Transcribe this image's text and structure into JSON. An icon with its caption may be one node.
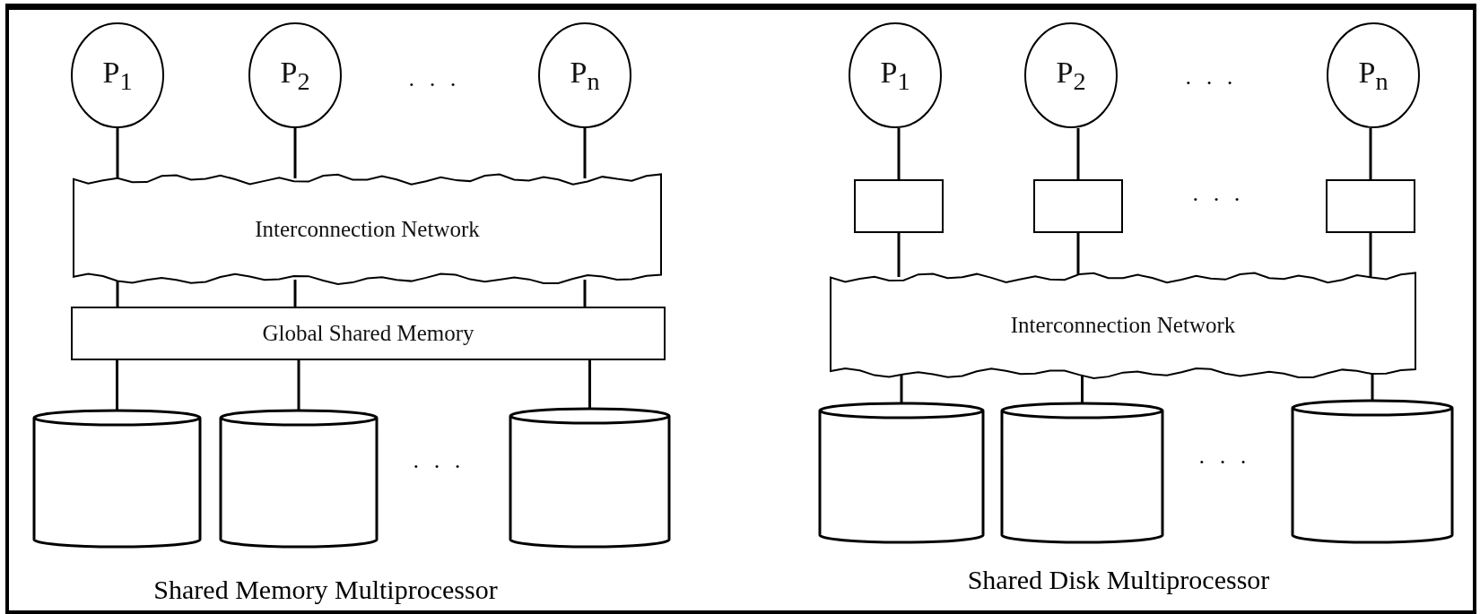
{
  "diagram": {
    "nodes": [
      {
        "text": [
          "P$_{1}$"
        ]
      },
      {
        "text": [
          "P$_{2}$"
        ]
      },
      {
        "text": [
          "P$_{n}$"
        ]
      },
      {
        "text": [
          "Interconnection Network"
        ]
      },
      {
        "text": [
          "Global Shared Memory"
        ]
      },
      {
        "text": [],
        "shape": "cylinder"
      },
      {
        "text": [],
        "shape": "cylinder"
      },
      {
        "text": [],
        "shape": "cylinder"
      },
      {
        "text": [
          "P$_{1}$"
        ]
      },
      {
        "text": [
          "P$_{2}$"
        ]
      },
      {
        "text": [
          "P$_{n}$"
        ]
      },
      {
        "text": [],
        "shape": "box"
      },
      {
        "text": [],
        "shape": "box"
      },
      {
        "text": [],
        "shape": "box"
      },
      {
        "text": [
          "Interconnection Network"
        ]
      },
      {
        "text": [],
        "shape": "cylinder"
      },
      {
        "text": [],
        "shape": "cylinder"
      },
      {
        "text": [],
        "shape": "cylinder"
      }
    ],
    "edges": [
      {
        "from": 0,
        "to": 3,
        "arrow": "none"
      },
      {
        "from": 1,
        "to": 3,
        "arrow": "none"
      },
      {
        "from": 2,
        "to": 3,
        "arrow": "none"
      },
      {
        "from": 3,
        "to": 4,
        "arrow": "none"
      },
      {
        "from": 3,
        "to": 4,
        "arrow": "none"
      },
      {
        "from": 3,
        "to": 4,
        "arrow": "none"
      },
      {
        "from": 4,
        "to": 5,
        "arrow": "none"
      },
      {
        "from": 4,
        "to": 6,
        "arrow": "none"
      },
      {
        "from": 4,
        "to": 7,
        "arrow": "none"
      },
      {
        "from": 8,
        "to": 11,
        "arrow": "none"
      },
      {
        "from": 9,
        "to": 12,
        "arrow": "none"
      },
      {
        "from": 10,
        "to": 13,
        "arrow": "none"
      },
      {
        "from": 11,
        "to": 14,
        "arrow": "none"
      },
      {
        "from": 12,
        "to": 14,
        "arrow": "none"
      },
      {
        "from": 13,
        "to": 14,
        "arrow": "none"
      },
      {
        "from": 14,
        "to": 15,
        "arrow": "none"
      },
      {
        "from": 14,
        "to": 16,
        "arrow": "none"
      },
      {
        "from": 14,
        "to": 17,
        "arrow": "none"
      }
    ],
    "labels": [
      "· · ·",
      "· · ·",
      "· · ·",
      "· · ·",
      "· · ·",
      "Shared Memory Multiprocessor",
      "Shared Disk Multiprocessor"
    ]
  }
}
